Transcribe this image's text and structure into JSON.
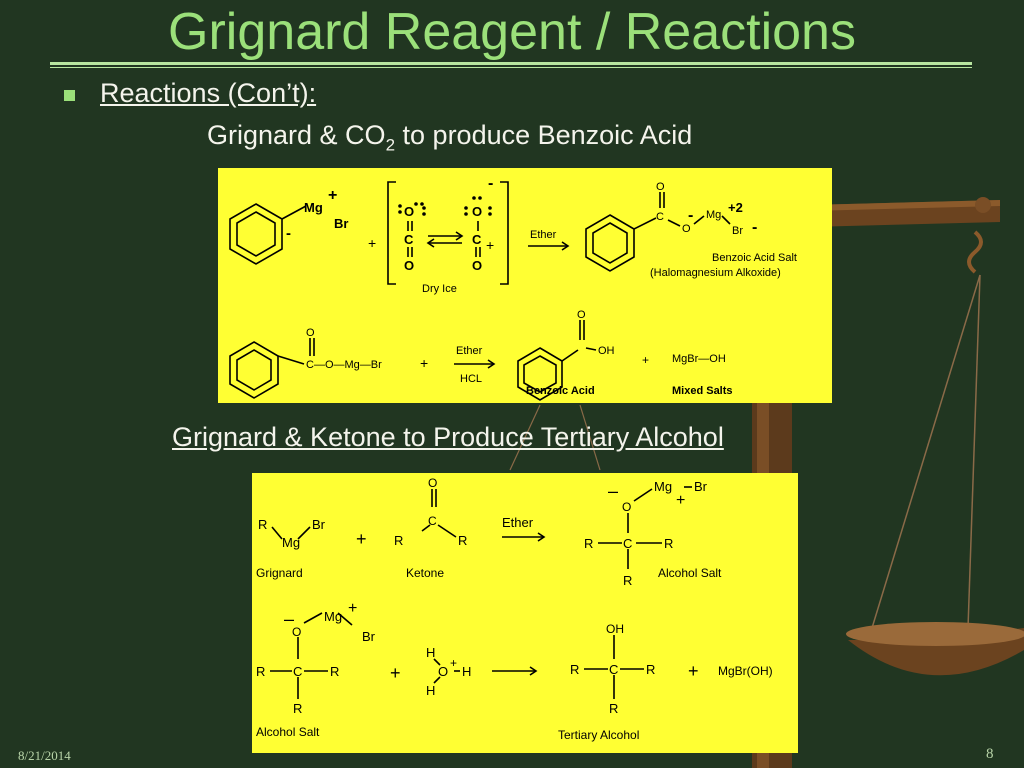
{
  "slide": {
    "title": "Grignard Reagent / Reactions",
    "bullet": "Reactions (Con’t):",
    "subtitle1_pre": "Grignard & CO",
    "subtitle1_sub": "2",
    "subtitle1_post": " to produce Benzoic Acid",
    "subtitle2": "Grignard & Ketone to Produce Tertiary Alcohol",
    "date": "8/21/2014",
    "page_number": "8"
  },
  "reaction1": {
    "mg": "Mg",
    "br": "Br",
    "plus": "+",
    "minus": "-",
    "o": "O",
    "c": "C",
    "ether": "Ether",
    "dry_ice": "Dry Ice",
    "charge_2": "+2",
    "salt_label1": "Benzoic Acid Salt",
    "salt_label2": "(Halomagnesium Alkoxide)",
    "step2_chain": "C—O—Mg—Br",
    "hcl": "HCL",
    "oh": "OH",
    "benzoic_acid": "Benzoic Acid",
    "mixed_salts_formula": "MgBr—OH",
    "mixed_salts": "Mixed Salts"
  },
  "reaction2": {
    "r": "R",
    "mg": "Mg",
    "br": "Br",
    "c": "C",
    "o": "O",
    "plus": "+",
    "minus": "–",
    "grignard": "Grignard",
    "ketone": "Ketone",
    "ether": "Ether",
    "alcohol_salt": "Alcohol Salt",
    "h": "H",
    "oh": "OH",
    "tertiary_alcohol": "Tertiary Alcohol",
    "mgbroh": "MgBr(OH)"
  }
}
